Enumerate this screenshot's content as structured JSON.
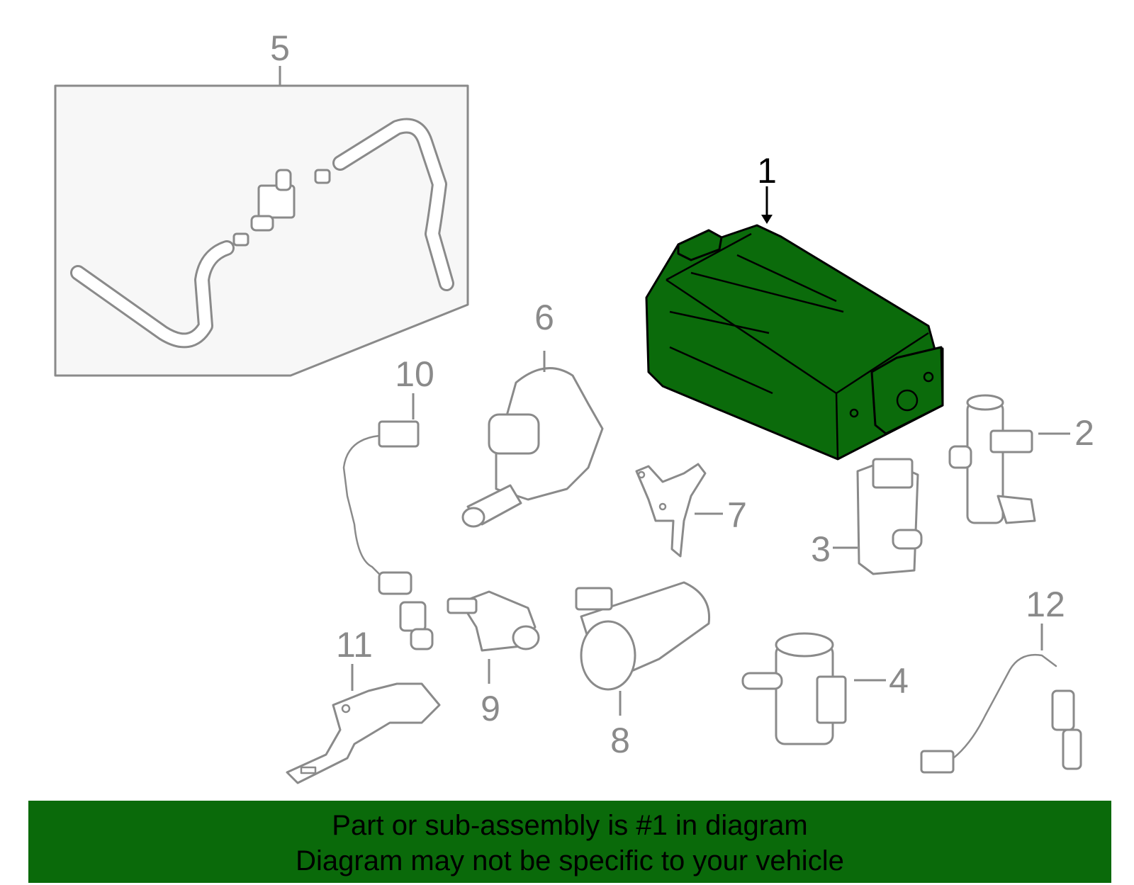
{
  "diagram": {
    "highlight_color": "#0b6b0b",
    "callouts": {
      "c1": "1",
      "c2": "2",
      "c3": "3",
      "c4": "4",
      "c5": "5",
      "c6": "6",
      "c7": "7",
      "c8": "8",
      "c9": "9",
      "c10": "10",
      "c11": "11",
      "c12": "12"
    },
    "highlighted_part": "1"
  },
  "banner": {
    "background": "#0a6a0a",
    "line1": "Part or sub-assembly is #1 in diagram",
    "line2": "Diagram may not be specific to your vehicle"
  }
}
